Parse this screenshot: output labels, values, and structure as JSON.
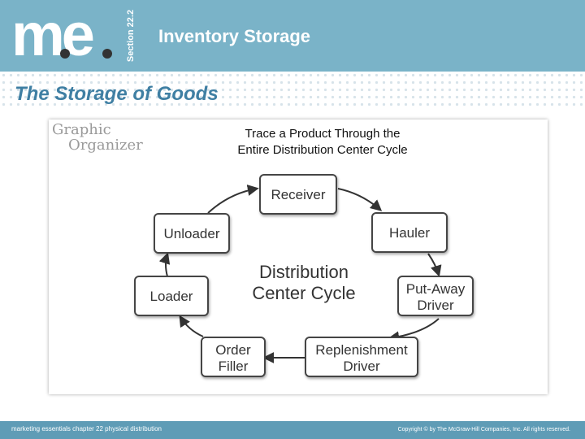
{
  "header": {
    "logo_text": "me",
    "section_tag": "Section 22.2",
    "title": "Inventory Storage",
    "band_color": "#7ab3c8"
  },
  "subtitle": "The Storage of Goods",
  "figure": {
    "label_line1": "Graphic",
    "label_line2": "Organizer",
    "caption_line1": "Trace a Product Through the",
    "caption_line2": "Entire Distribution Center Cycle",
    "center_line1": "Distribution",
    "center_line2": "Center Cycle",
    "nodes": {
      "receiver": [
        "Receiver"
      ],
      "hauler": [
        "Hauler"
      ],
      "putaway": [
        "Put-Away",
        "Driver"
      ],
      "replenishment": [
        "Replenishment",
        "Driver"
      ],
      "order_filler": [
        "Order",
        "Filler"
      ],
      "loader": [
        "Loader"
      ],
      "unloader": [
        "Unloader"
      ]
    }
  },
  "footer": {
    "left": "marketing essentials  chapter 22  physical distribution",
    "right": "Copyright © by The McGraw-Hill Companies, Inc. All rights reserved."
  }
}
